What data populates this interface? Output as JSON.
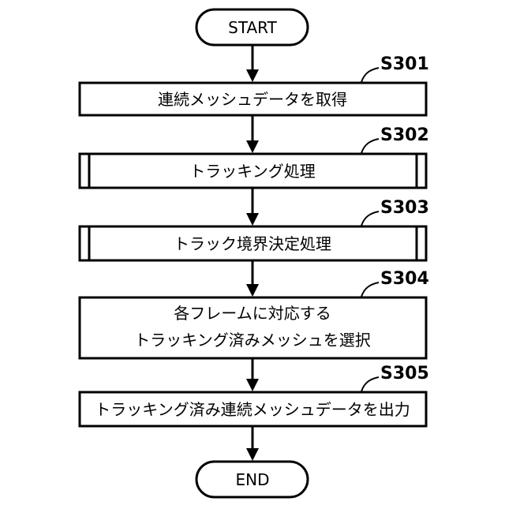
{
  "start": {
    "label": "START"
  },
  "end": {
    "label": "END"
  },
  "steps": [
    {
      "id": "S301",
      "lines": [
        "連続メッシュデータを取得"
      ],
      "kind": "process"
    },
    {
      "id": "S302",
      "lines": [
        "トラッキング処理"
      ],
      "kind": "subroutine"
    },
    {
      "id": "S303",
      "lines": [
        "トラック境界決定処理"
      ],
      "kind": "subroutine"
    },
    {
      "id": "S304",
      "lines": [
        "各フレームに対応する",
        "トラッキング済みメッシュを選択"
      ],
      "kind": "process"
    },
    {
      "id": "S305",
      "lines": [
        "トラッキング済み連続メッシュデータを出力"
      ],
      "kind": "process"
    }
  ]
}
